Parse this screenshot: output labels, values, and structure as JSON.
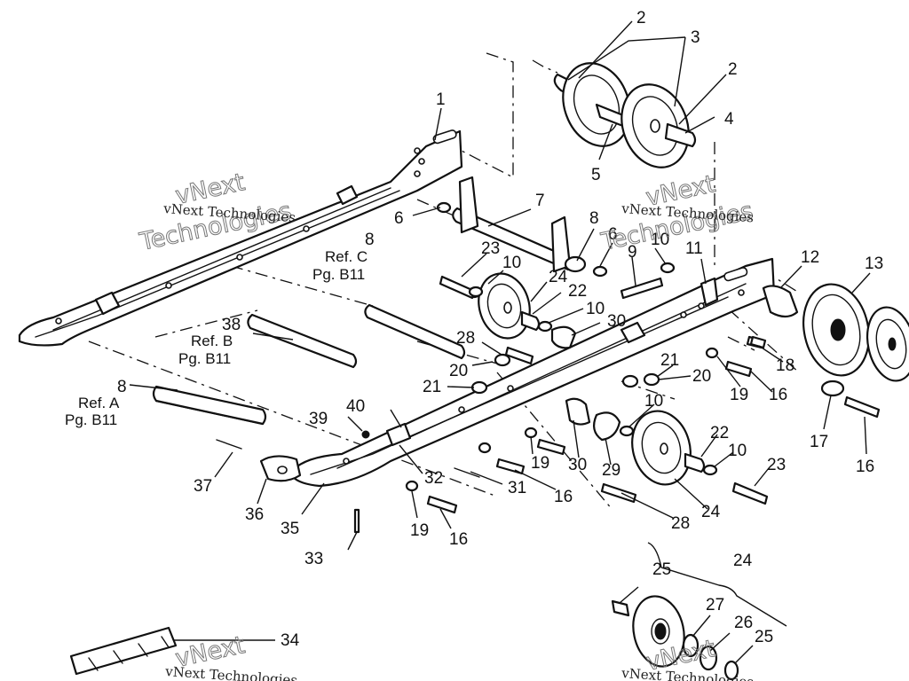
{
  "callouts": {
    "c1": "1",
    "c2a": "2",
    "c2b": "2",
    "c3": "3",
    "c4": "4",
    "c5": "5",
    "c6a": "6",
    "c6b": "6",
    "c7": "7",
    "c8a": "8",
    "c8b": "8",
    "c8c": "8",
    "c9": "9",
    "c10a": "10",
    "c10b": "10",
    "c10c": "10",
    "c10d": "10",
    "c10e": "10",
    "c11": "11",
    "c12": "12",
    "c13": "13",
    "c16a": "16",
    "c16b": "16",
    "c16c": "16",
    "c16d": "16",
    "c17": "17",
    "c18": "18",
    "c19a": "19",
    "c19b": "19",
    "c19c": "19",
    "c20a": "20",
    "c20b": "20",
    "c21a": "21",
    "c21b": "21",
    "c22a": "22",
    "c22b": "22",
    "c23a": "23",
    "c23b": "23",
    "c24a": "24",
    "c24b": "24",
    "c24c": "24",
    "c25a": "25",
    "c25b": "25",
    "c26": "26",
    "c27": "27",
    "c28a": "28",
    "c28b": "28",
    "c29": "29",
    "c30a": "30",
    "c30b": "30",
    "c31": "31",
    "c32": "32",
    "c33": "33",
    "c34": "34",
    "c35": "35",
    "c36": "36",
    "c37": "37",
    "c38": "38",
    "c39": "39",
    "c40": "40"
  },
  "references": {
    "refC_line1": "Ref. C",
    "refC_line2": "Pg. B11",
    "refB_line1": "Ref. B",
    "refB_line2": "Pg. B11",
    "refA_line1": "Ref. A",
    "refA_line2": "Pg. B11"
  },
  "watermark": {
    "small": "vNext Technologies",
    "big_1": "vNext",
    "big_2": "Technologies"
  }
}
